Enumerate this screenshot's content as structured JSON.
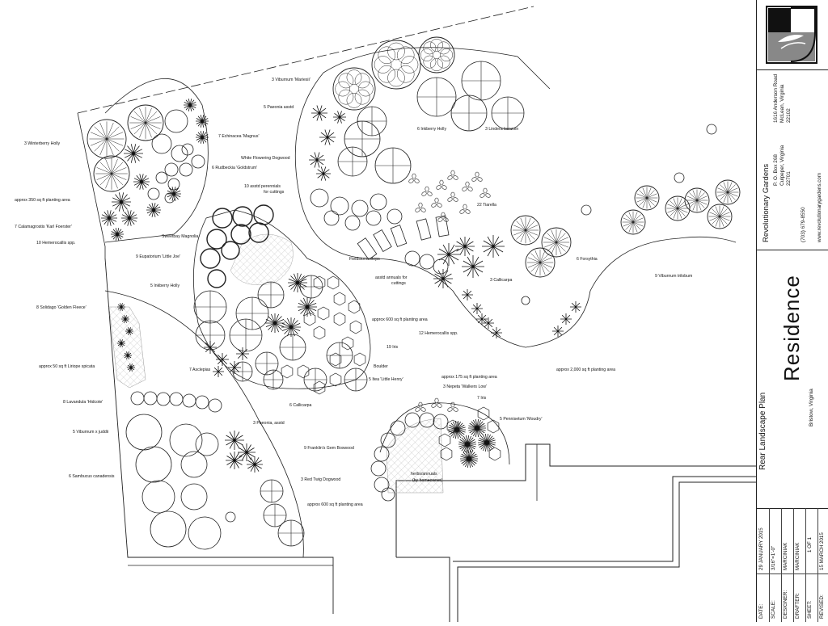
{
  "labels": {
    "winterberry": "3 Winterberry Holly",
    "planting350": "approx 350 sq ft planting area",
    "calamagrostis": "7 Calamagrostis 'Karl Foerster'",
    "hemero10": "10 Hemerocallis spp.",
    "viburnumMariesii": "3 Viburnum 'Mariesii'",
    "paeonia5": "5 Paeonia asstd",
    "echinacea": "7 Echinacea 'Magnus'",
    "whiteDogwood": "White Flowering Dogwood",
    "rudbeckia": "6 Rudbeckia 'Goldstrum'",
    "perennials10": "10 asstd perennials",
    "forCuttings1": "for cuttings",
    "inkberry6": "6 Inkberry Holly",
    "lindera": "3 Lindera benzoin",
    "tiarella": "22 Tiarella",
    "sweetbay": "Sweetbay Magnolia",
    "eupatorium": "9 Eupatorium 'Little Joe'",
    "inkberry5": "5 Inkberry Holly",
    "fieldstone": "Fieldstone steps",
    "annuals": "asstd annuals for",
    "forCuttings2": "cuttings",
    "forsythia": "6 Forsythia",
    "callicarpa3": "3 Callicarpa",
    "viburnumTrilobum": "9 Viburnum trilobum",
    "solidago": "8 Solidago 'Golden Fleece'",
    "planting600a": "approx 600 sq ft planting area",
    "hemero12": "12 Hemerocallis spp.",
    "iris19": "19 Iris",
    "liriope": "approx 50 sq ft Liriope spicata",
    "asclepias": "7 Asclepias",
    "boulder": "Boulder",
    "itea": "5 Itea 'Little Henry'",
    "planting2000": "approx 2,000 sq ft planting area",
    "callicarpa6": "6 Callicarpa",
    "planting175": "approx 175 sq ft planting area",
    "nepeta": "3 Nepeta 'Walkers Low'",
    "iris7": "7 Iris",
    "lavandula": "8 Lavandula 'Hidcote'",
    "pennisetum": "5 Pennisetum 'Moudry'",
    "vibJuddii": "5 Viburnum x juddii",
    "paeonia3": "3 Paeonia, asstd",
    "boxwood": "9 Franklin's Gem Boxwood",
    "sambucus": "6 Sambucus canadensis",
    "herbs": "herbs/annuals",
    "homeowner": "(by homeowner)",
    "redTwig": "3 Red Twig Dogwood",
    "planting600b": "approx 600 sq ft planting area"
  },
  "titleblock": {
    "company": "Revolutionary Gardens",
    "addr1": "P. O. Box 268",
    "addr2": "Culpeper, Virginia",
    "addr3": "22701",
    "addr4": "1616 Anderson Road",
    "addr5": "McLean, Virginia",
    "addr6": "22102",
    "phone": "(703) 679-8550",
    "website": "www.revolutionarygardens.com",
    "drawingTitle": "Rear Landscape Plan",
    "project": "Residence",
    "location": "Bristow, Virginia",
    "dateLabel": "DATE:",
    "dateValue": "29 JANUARY 2015",
    "scaleLabel": "SCALE:",
    "scaleValue": "3/16\"=1'-0\"",
    "designerLabel": "DESIGNER:",
    "designerValue": "MARCINIAK",
    "drafterLabel": "DRAFTER:",
    "drafterValue": "MARCINIAK",
    "sheetLabel": "SHEET:",
    "sheetValue": "1 OF 1",
    "revisedLabel": "REVISED:",
    "revisedValue": "15 MARCH 2015"
  }
}
